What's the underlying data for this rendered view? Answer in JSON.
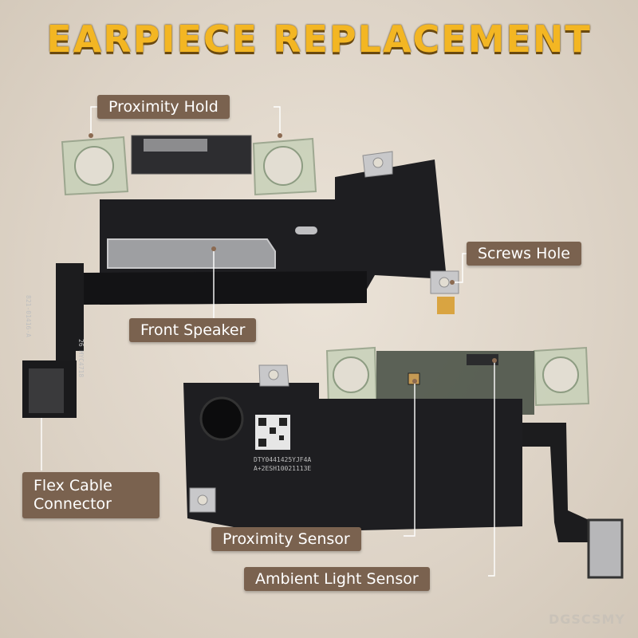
{
  "title": "EARPIECE REPLACEMENT",
  "labels": {
    "proximity_hold": "Proximity Hold",
    "screws_hole": "Screws Hole",
    "front_speaker": "Front Speaker",
    "flex_cable_connector": "Flex Cable Connector",
    "proximity_sensor": "Proximity Sensor",
    "ambient_light_sensor": "Ambient Light Sensor"
  },
  "part_markings": {
    "flex_code_1": "821-01416-A",
    "flex_code_2": "26 MYC4718",
    "sticker_line_1": "DTY0441425YJF4A",
    "sticker_line_2": "A+2ESH10021113E"
  },
  "watermark": "DGSCSMY",
  "colors": {
    "title": "#f3b623",
    "label_bg": "#7a624f",
    "label_text": "#ffffff",
    "part_black": "#1c1c1e",
    "ring_green": "#b7c6a9"
  },
  "icons": [
    "screw-ring-icon",
    "qr-code-icon",
    "pointer-dot-icon"
  ]
}
